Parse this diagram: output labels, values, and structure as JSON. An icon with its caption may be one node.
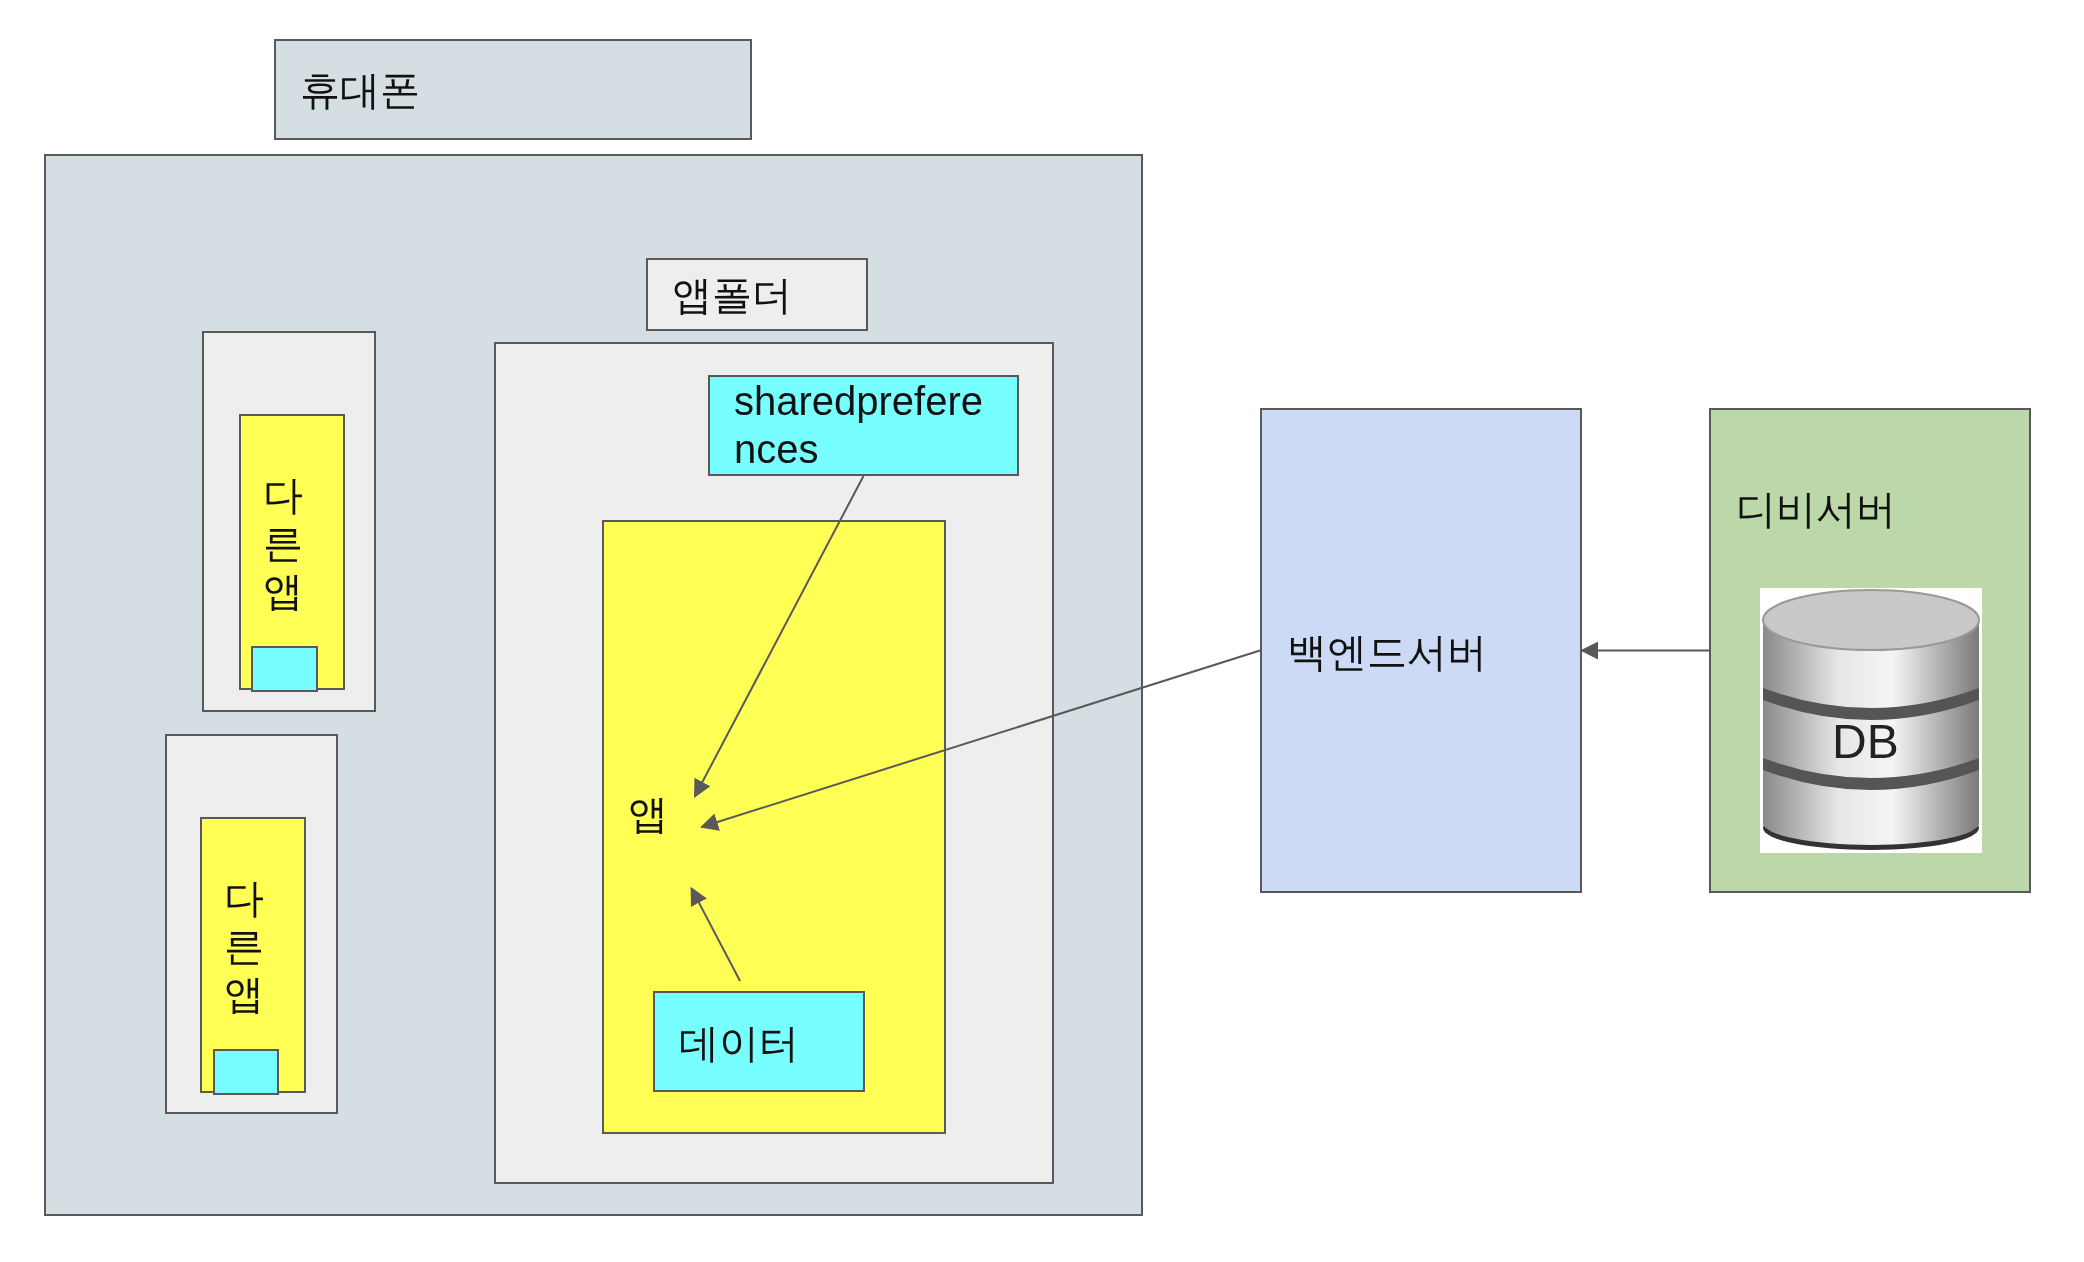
{
  "diagram": {
    "nodes": [
      {
        "text": [
          "휴대폰"
        ]
      },
      {
        "text": [],
        "shape": "box",
        "in": 0
      },
      {
        "text": [
          "다른앱"
        ],
        "in": 1
      },
      {
        "text": [],
        "shape": "box",
        "in": 2
      },
      {
        "text": [],
        "shape": "box",
        "in": 0
      },
      {
        "text": [
          "다른앱"
        ],
        "in": 4
      },
      {
        "text": [],
        "shape": "box",
        "in": 5
      },
      {
        "text": [
          "앱폴더"
        ],
        "in": 0
      },
      {
        "text": [
          "sharedpreferences"
        ],
        "in": 7
      },
      {
        "text": [
          "앱"
        ],
        "in": 7
      },
      {
        "text": [
          "데이터"
        ],
        "in": 9
      },
      {
        "text": [
          "백엔드서버"
        ]
      },
      {
        "text": [
          "디비서버"
        ]
      },
      {
        "text": [
          "DB"
        ],
        "in": 12
      }
    ],
    "edges": [
      {
        "from": 8,
        "to": 9,
        "arrow": "to"
      },
      {
        "from": 11,
        "to": 9,
        "arrow": "to"
      },
      {
        "from": 10,
        "to": 9,
        "arrow": "to"
      },
      {
        "from": 12,
        "to": 11,
        "arrow": "to"
      }
    ]
  }
}
